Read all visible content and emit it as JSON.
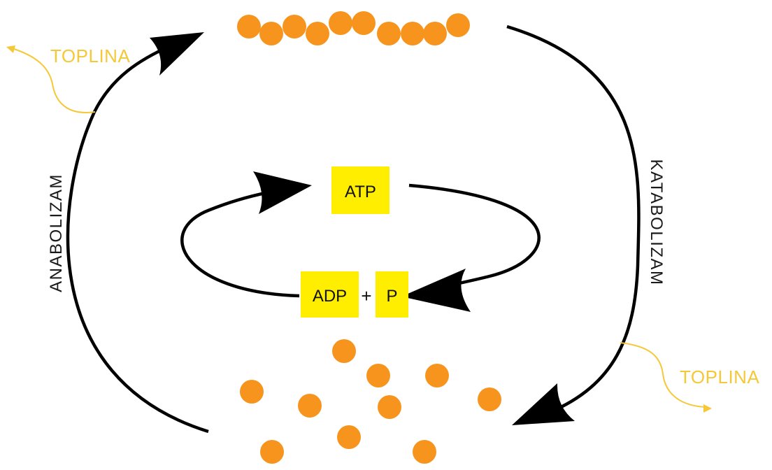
{
  "colors": {
    "molecule": "#f7941d",
    "energy_box": "#ffee00",
    "heat": "#f5c838",
    "arrow": "#000000"
  },
  "labels": {
    "heat_left": "TOPLINA",
    "heat_right": "TOPLINA",
    "anabolism": "ANABOLIZAM",
    "catabolism": "KATABOLIZAM",
    "atp": "ATP",
    "adp": "ADP",
    "plus": "+",
    "phosphate": "P"
  }
}
